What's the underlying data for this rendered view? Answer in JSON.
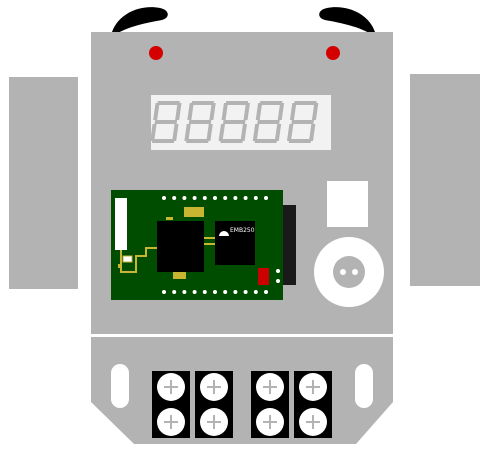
{
  "colors": {
    "body": "#b3b3b3",
    "side_panel": "#b3b3b3",
    "display_bg": "#f2f2f2",
    "segment": "#b3b3b3",
    "led": "#d40000",
    "pcb": "#004d00",
    "pcb_trace": "#c8b632",
    "pad": "#c8b632",
    "chip": "#000000",
    "header": "#1a1a1a",
    "terminal_block": "#000000",
    "screw": "#ffffff",
    "resistor": "#cc0000",
    "ear": "#000000"
  },
  "icons": {
    "indicator_leds": "red-dot-icon",
    "ears": "black-ear-icon",
    "screw_heads": "plus-screw-icon",
    "speaker_holes": "two-dot-icon"
  },
  "display": {
    "digit_count": 5
  },
  "module": {
    "chip_label": "EMB250"
  },
  "terminals": {
    "block_count": 4,
    "screws_per_block": 2
  }
}
